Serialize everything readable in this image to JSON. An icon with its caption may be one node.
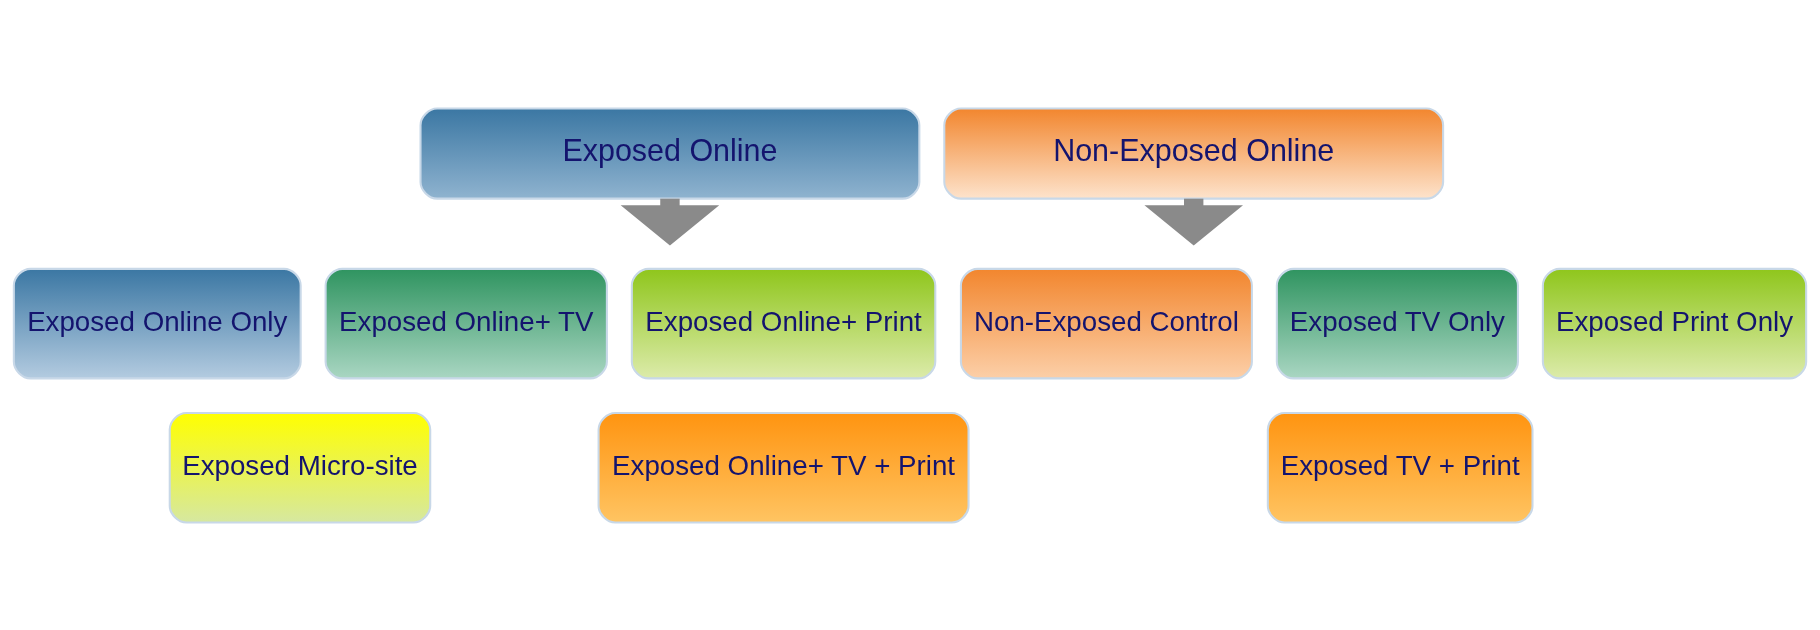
{
  "diagram": {
    "nodes": [
      {
        "text": [
          "Exposed Online"
        ]
      },
      {
        "text": [
          "Non-Exposed Online"
        ]
      },
      {
        "text": [
          "Exposed Online Only"
        ]
      },
      {
        "text": [
          "Exposed Online+ TV"
        ]
      },
      {
        "text": [
          "Exposed Online+ Print"
        ]
      },
      {
        "text": [
          "Non-Exposed Control"
        ]
      },
      {
        "text": [
          "Exposed TV Only"
        ]
      },
      {
        "text": [
          "Exposed Print Only"
        ]
      },
      {
        "text": [
          "Exposed Micro-site"
        ]
      },
      {
        "text": [
          "Exposed Online+ TV + Print"
        ]
      },
      {
        "text": [
          "Exposed TV + Print"
        ]
      }
    ],
    "edges": [
      {
        "from": 0,
        "to": null,
        "arrow": "to"
      },
      {
        "from": 1,
        "to": null,
        "arrow": "to"
      }
    ]
  }
}
